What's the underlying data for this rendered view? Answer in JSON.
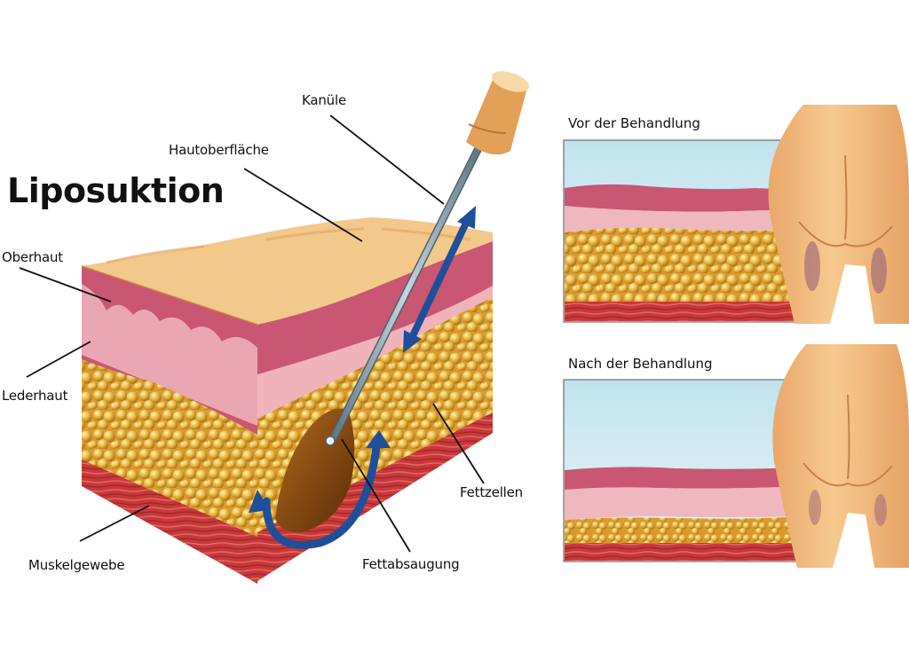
{
  "title": "Liposuktion",
  "labels": {
    "kanuele": "Kanüle",
    "hautoberflaeche": "Hautoberfläche",
    "oberhaut": "Oberhaut",
    "lederhaut": "Lederhaut",
    "muskelgewebe": "Muskelgewebe",
    "fettabsaugung": "Fettabsaugung",
    "fettzellen": "Fettzellen"
  },
  "panels": {
    "before": "Vor der Behandlung",
    "after": "Nach der Behandlung"
  },
  "colors": {
    "skin_top": "#f3c88b",
    "epidermis": "#c8566e",
    "dermis": "#e9a8b4",
    "fat": "#e6b84a",
    "muscle": "#c63a3c",
    "arrow": "#1f4f9a",
    "sky": "#cfe8f0"
  }
}
